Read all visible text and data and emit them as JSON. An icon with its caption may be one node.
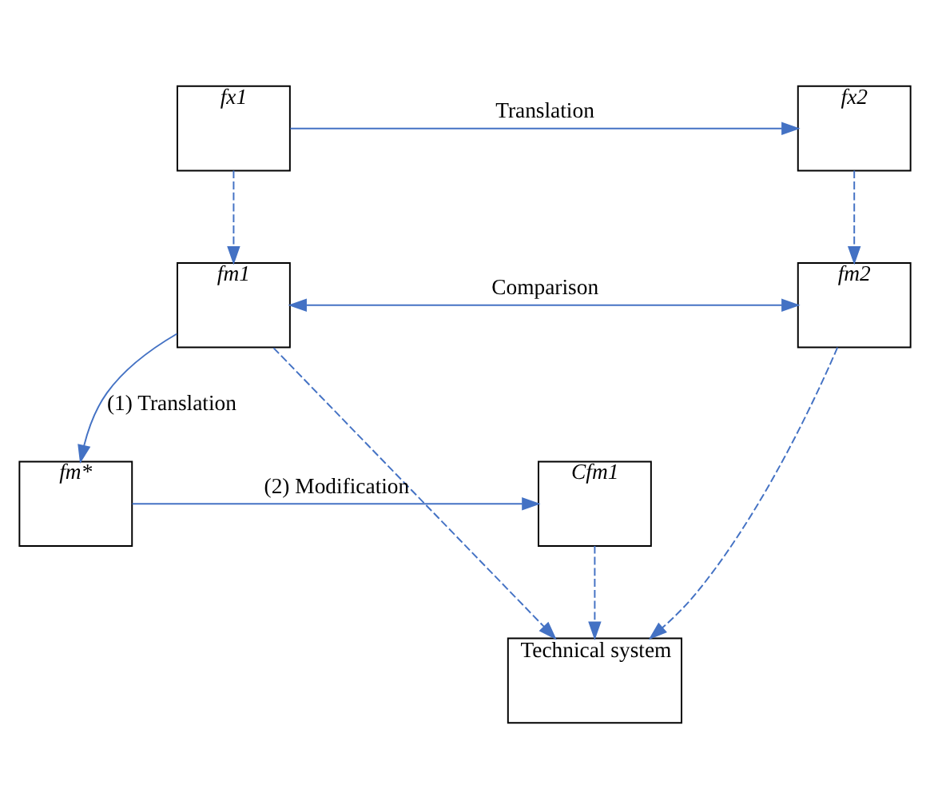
{
  "diagram": {
    "nodes": [
      {
        "text": [
          "fx1"
        ]
      },
      {
        "text": [
          "fx2"
        ]
      },
      {
        "text": [
          "Technical system"
        ]
      },
      {
        "text": [
          "fm1"
        ]
      },
      {
        "text": [
          "fm2"
        ]
      },
      {
        "text": [
          "fm*"
        ]
      },
      {
        "text": [
          "Cfm1"
        ]
      }
    ],
    "edges": [
      {
        "from": 0,
        "to": 1,
        "arrow": "to",
        "label": "Translation"
      },
      {
        "from": 0,
        "to": 3,
        "arrow": "to",
        "style": "dashed"
      },
      {
        "from": 1,
        "to": 4,
        "arrow": "to",
        "style": "dashed"
      },
      {
        "from": 3,
        "to": 2,
        "arrow": "to",
        "style": "dashed"
      },
      {
        "from": 4,
        "to": 2,
        "arrow": "to",
        "style": "dashed"
      },
      {
        "from": 6,
        "to": 2,
        "arrow": "to",
        "style": "dashed"
      },
      {
        "from": 3,
        "to": 5,
        "arrow": "to",
        "label": "(1) Translation"
      },
      {
        "from": 5,
        "to": 6,
        "arrow": "to",
        "label": "(2) Modification"
      },
      {
        "from": 3,
        "to": 4,
        "arrow": "both",
        "label": "Comparison"
      }
    ]
  }
}
